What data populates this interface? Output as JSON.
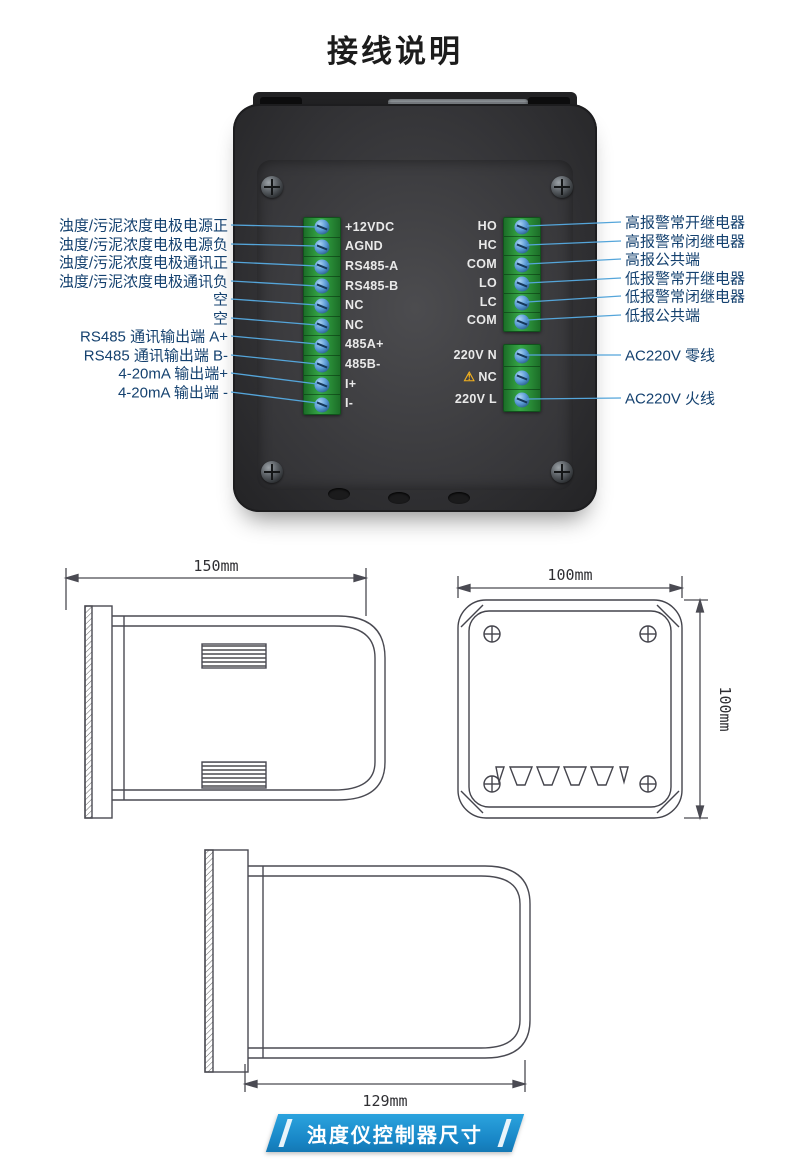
{
  "page": {
    "title": "接线说明",
    "footer_banner": "浊度仪控制器尺寸"
  },
  "wiring": {
    "left_labels": [
      "浊度/污泥浓度电极电源正",
      "浊度/污泥浓度电极电源负",
      "浊度/污泥浓度电极通讯正",
      "浊度/污泥浓度电极通讯负",
      "空",
      "空",
      "RS485 通讯输出端 A+",
      "RS485 通讯输出端 B-",
      "4-20mA 输出端+",
      "4-20mA 输出端 -"
    ],
    "left_terminals": [
      "+12VDC",
      "AGND",
      "RS485-A",
      "RS485-B",
      "NC",
      "NC",
      "485A+",
      "485B-",
      "I+",
      "I-"
    ],
    "relay_terminals": [
      "HO",
      "HC",
      "COM",
      "LO",
      "LC",
      "COM"
    ],
    "relay_labels": [
      "高报警常开继电器",
      "高报警常闭继电器",
      "高报公共端",
      "低报警常开继电器",
      "低报警常闭继电器",
      "低报公共端"
    ],
    "power_terminals": [
      "220V N",
      "NC",
      "220V L"
    ],
    "power_labels": [
      "AC220V 零线",
      "AC220V 火线"
    ],
    "warning_icon": "⚠"
  },
  "dimensions": {
    "front_width": "150mm",
    "panel_width": "100mm",
    "panel_height": "100mm",
    "depth": "129mm"
  },
  "colors": {
    "wire_blue": "#54a5da",
    "terminal_green": "#2f9e41",
    "banner_blue": "#1e8fd0"
  }
}
